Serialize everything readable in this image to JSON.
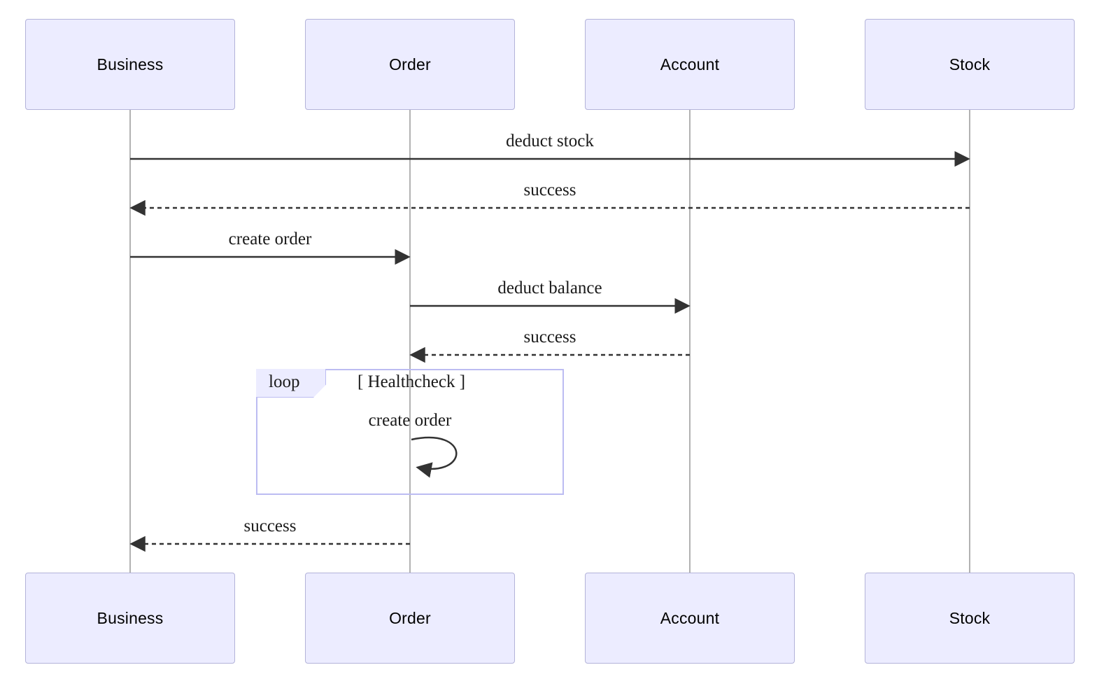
{
  "diagram": {
    "type": "sequence-diagram"
  },
  "actors": [
    {
      "name": "Business"
    },
    {
      "name": "Order"
    },
    {
      "name": "Account"
    },
    {
      "name": "Stock"
    }
  ],
  "messages": [
    {
      "from": "Business",
      "to": "Stock",
      "label": "deduct stock",
      "line": "solid"
    },
    {
      "from": "Stock",
      "to": "Business",
      "label": "success",
      "line": "dashed"
    },
    {
      "from": "Business",
      "to": "Order",
      "label": "create order",
      "line": "solid"
    },
    {
      "from": "Order",
      "to": "Account",
      "label": "deduct balance",
      "line": "solid"
    },
    {
      "from": "Account",
      "to": "Order",
      "label": "success",
      "line": "dashed"
    },
    {
      "from": "Order",
      "to": "Order",
      "label": "create order",
      "line": "solid",
      "self": true
    },
    {
      "from": "Order",
      "to": "Business",
      "label": "success",
      "line": "dashed"
    }
  ],
  "loop": {
    "label": "loop",
    "condition": "[ Healthcheck ]",
    "contains_message": "create order"
  },
  "colors": {
    "actor_fill": "#ececff",
    "actor_border": "#b3b3d9",
    "loop_border": "#bcbcf2",
    "arrow": "#333333",
    "lifeline": "#999999",
    "message_text": "#1a1a1a",
    "background": "#ffffff"
  }
}
